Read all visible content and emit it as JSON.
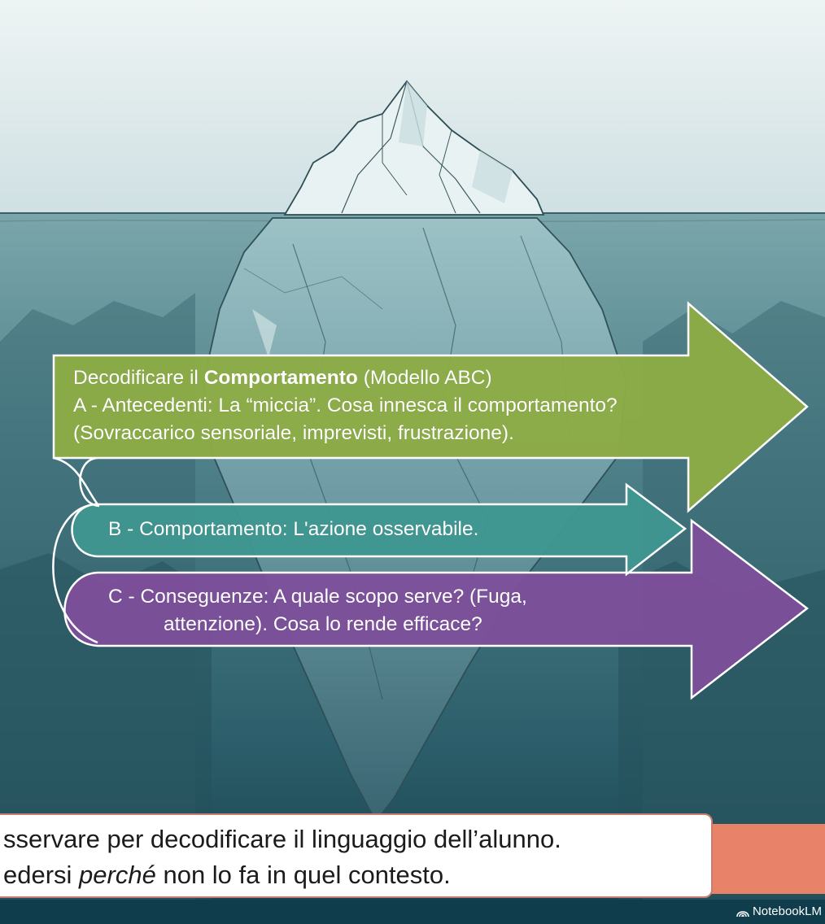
{
  "diagram": {
    "arrow_a": {
      "line1_pre": "Decodificare il ",
      "line1_bold": "Comportamento",
      "line1_post": " (Modello ABC)",
      "line2": "A - Antecedenti: La “miccia”. Cosa innesca il comportamento?",
      "line3": "(Sovraccarico sensoriale, imprevisti, frustrazione)."
    },
    "arrow_b": {
      "text": "B - Comportamento: L'azione osservabile."
    },
    "arrow_c": {
      "line1": "C  -  Conseguenze: A quale scopo serve? (Fuga,",
      "line2": "attenzione). Cosa lo rende efficace?"
    }
  },
  "caption": {
    "line1": "sservare per decodificare il linguaggio dell’alunno.",
    "line2_pre": "edersi ",
    "line2_italic": "perché",
    "line2_post": " non lo fa in quel contesto."
  },
  "watermark": "NotebookLM",
  "colors": {
    "arrow_a": "#8cab45",
    "arrow_b": "#3f9690",
    "arrow_c": "#7d4f9a",
    "caption_accent": "#e8836a",
    "water_deep": "#1f4d5a",
    "sky": "#dde8ea"
  }
}
